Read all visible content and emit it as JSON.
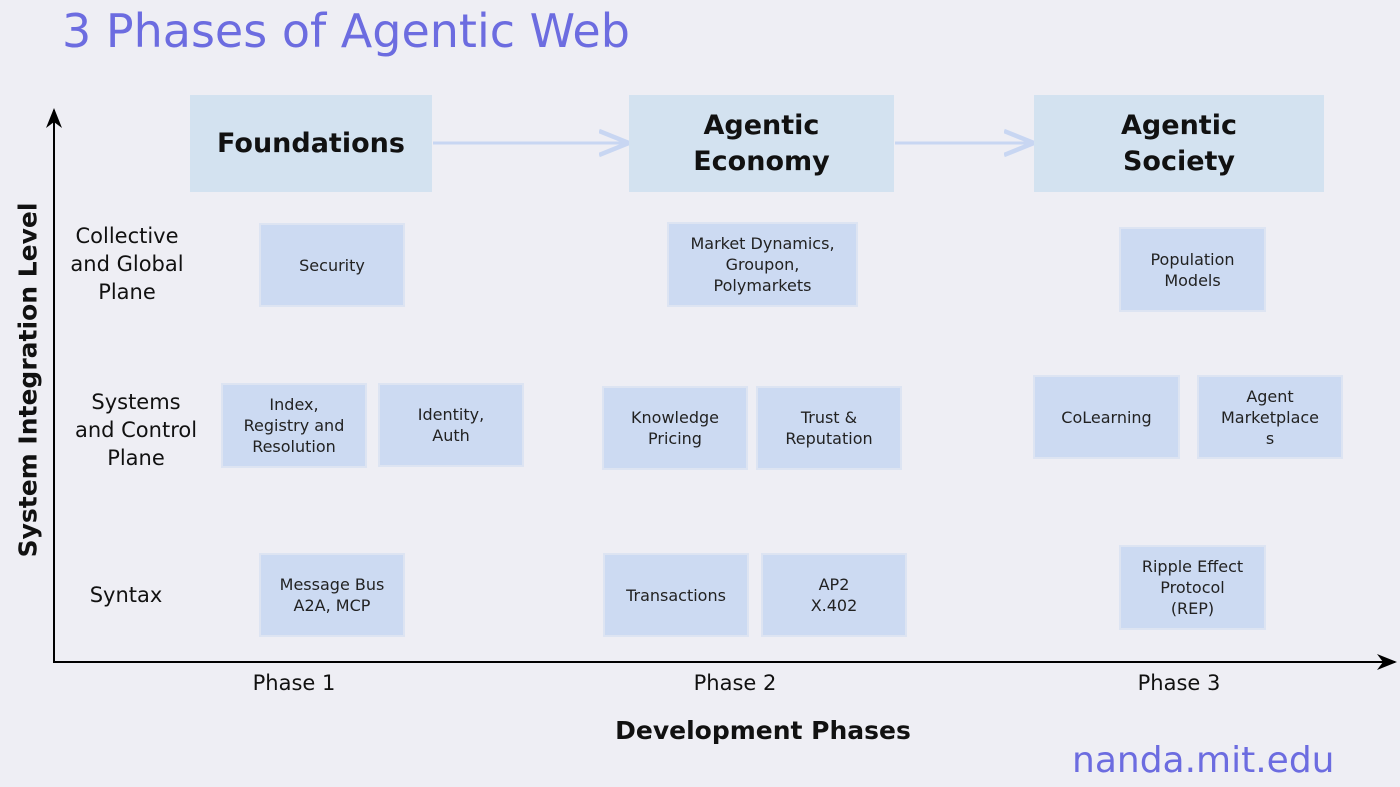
{
  "title": "3 Phases of Agentic Web",
  "phases": [
    {
      "header": "Foundations",
      "label": "Phase 1"
    },
    {
      "header": "Agentic\nEconomy",
      "label": "Phase 2"
    },
    {
      "header": "Agentic\nSociety",
      "label": "Phase 3"
    }
  ],
  "rows": [
    "Collective\nand Global\nPlane",
    "Systems\nand Control\nPlane",
    "Syntax"
  ],
  "items": [
    {
      "text": "Security"
    },
    {
      "text": "Market Dynamics,\nGroupon,\nPolymarkets"
    },
    {
      "text": "Population\nModels"
    },
    {
      "text": "Index,\nRegistry and\nResolution"
    },
    {
      "text": "Identity,\nAuth"
    },
    {
      "text": "Knowledge\nPricing"
    },
    {
      "text": "Trust &\nReputation"
    },
    {
      "text": "CoLearning"
    },
    {
      "text": "Agent\nMarketplace\ns"
    },
    {
      "text": "Message Bus\nA2A, MCP"
    },
    {
      "text": "Transactions"
    },
    {
      "text": "AP2\nX.402"
    },
    {
      "text": "Ripple Effect\nProtocol\n(REP)"
    }
  ],
  "axes": {
    "x": "Development Phases",
    "y": "System Integration Level"
  },
  "footer": "nanda.mit.edu",
  "colors": {
    "accent": "#6c6ce0",
    "header_box": "#d3e2f0",
    "item_box": "#ccdaf2",
    "background": "#eeeef4"
  }
}
